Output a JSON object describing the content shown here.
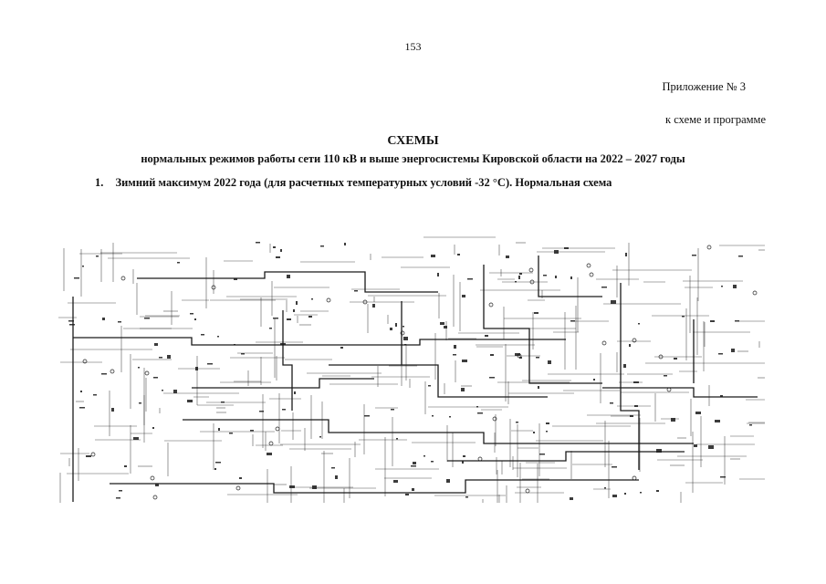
{
  "page_number": "153",
  "appendix": {
    "label": "Приложение № 3",
    "subtitle": "к схеме и программе"
  },
  "document": {
    "title": "СХЕМЫ",
    "subtitle": "нормальных режимов работы сети 110 кВ и выше энергосистемы Кировской области на 2022 – 2027 годы"
  },
  "section": {
    "number": "1.",
    "title": "Зимний максимум 2022 года (для расчетных температурных условий -32 °С). Нормальная схема"
  },
  "colors": {
    "ink": "#1a1a1a",
    "paper": "#ffffff"
  }
}
